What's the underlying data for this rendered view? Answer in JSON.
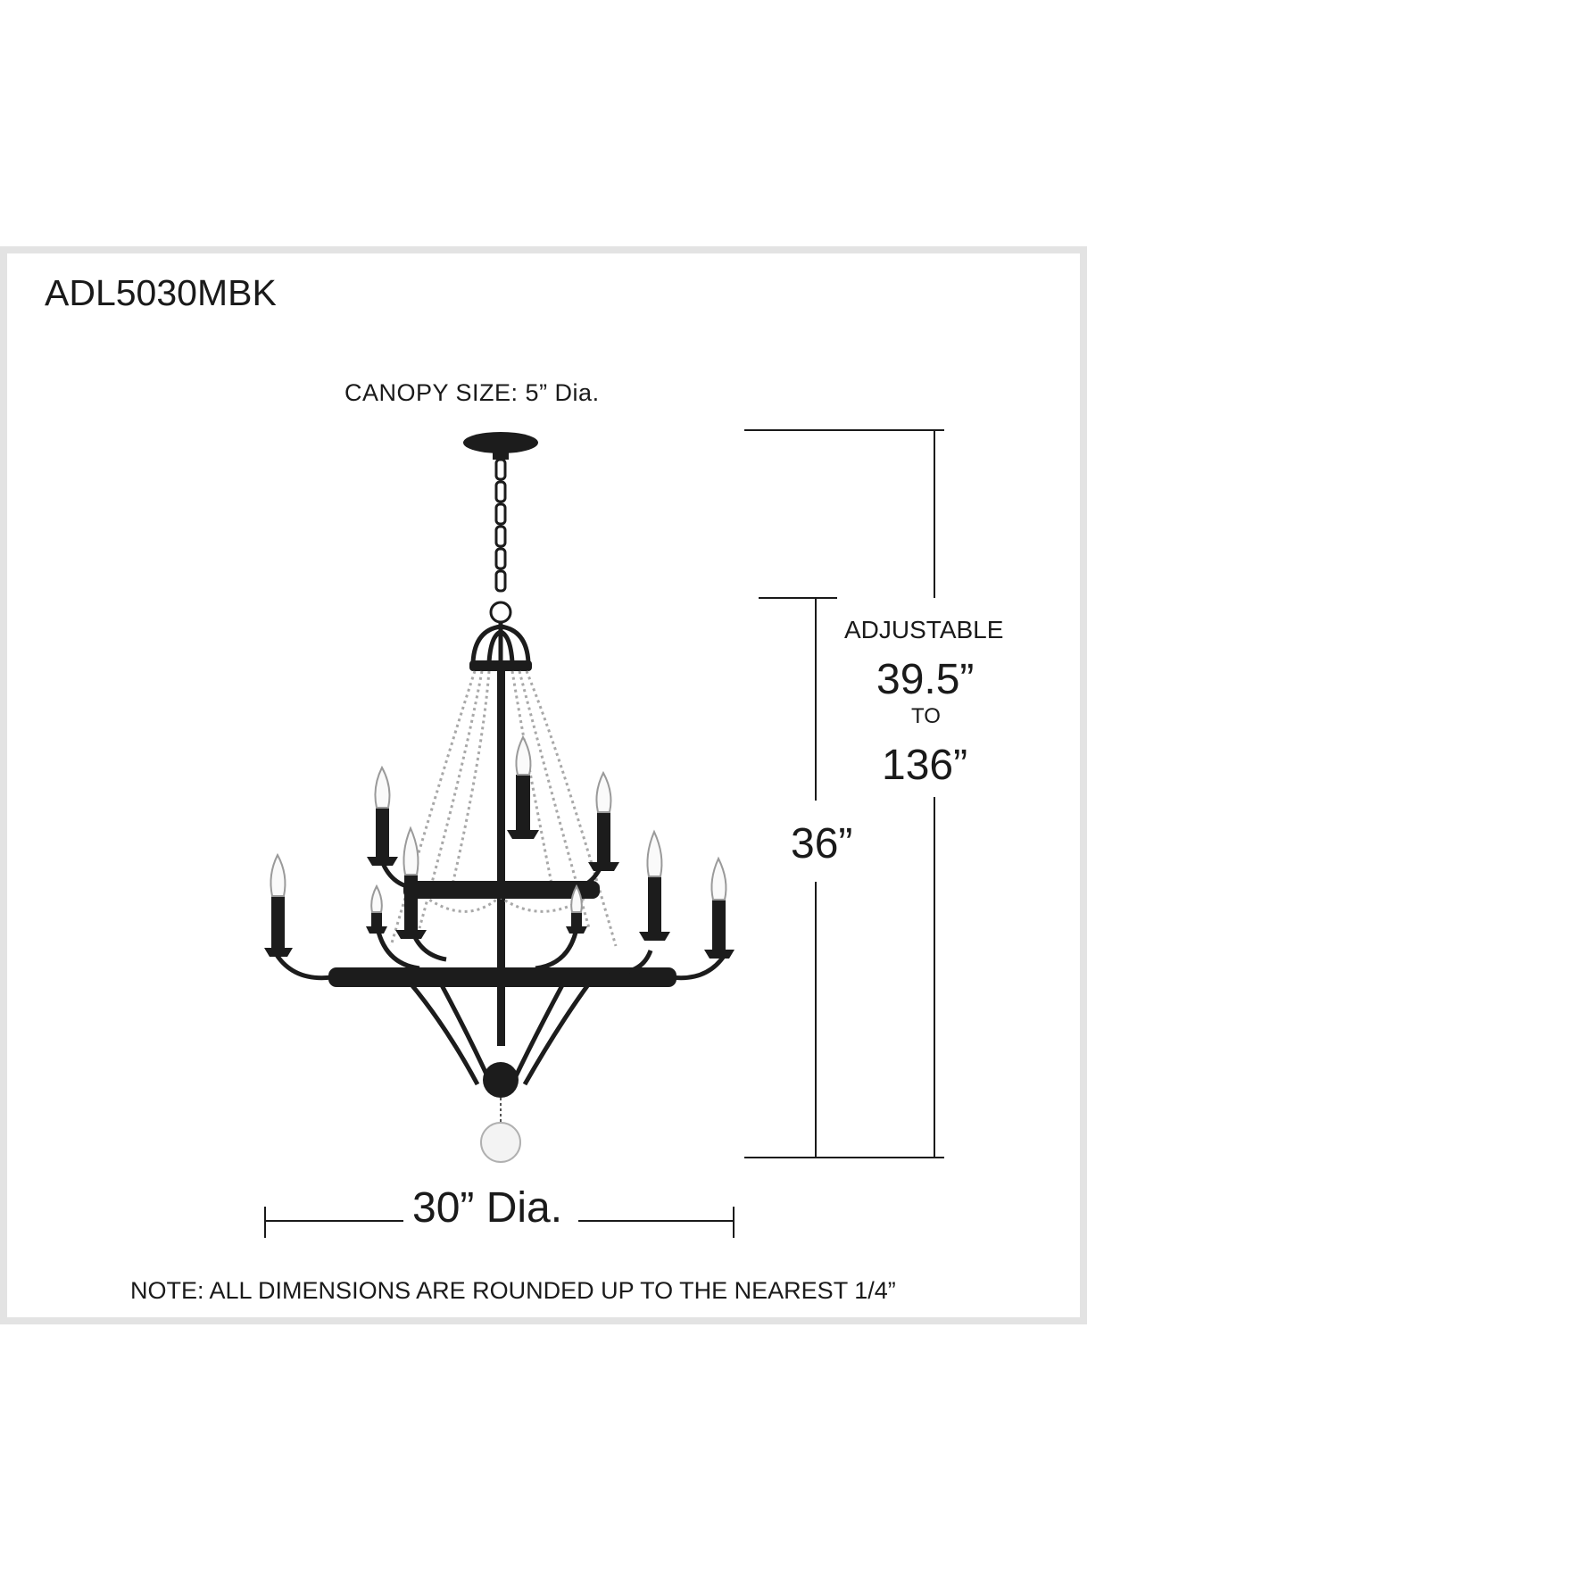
{
  "title": "ADL5030MBK",
  "canopy": "CANOPY SIZE:  5” Dia.",
  "adjustable": {
    "label": "ADJUSTABLE",
    "min": "39.5”",
    "to": "TO",
    "max": "136”"
  },
  "height": "36”",
  "diameter": "30” Dia.",
  "note": "NOTE: ALL DIMENSIONS ARE ROUNDED UP TO THE NEAREST 1/4”",
  "colors": {
    "fixture": "#1c1c1c",
    "frame": "#e3e3e3",
    "crystal": "#b8b8b8"
  }
}
